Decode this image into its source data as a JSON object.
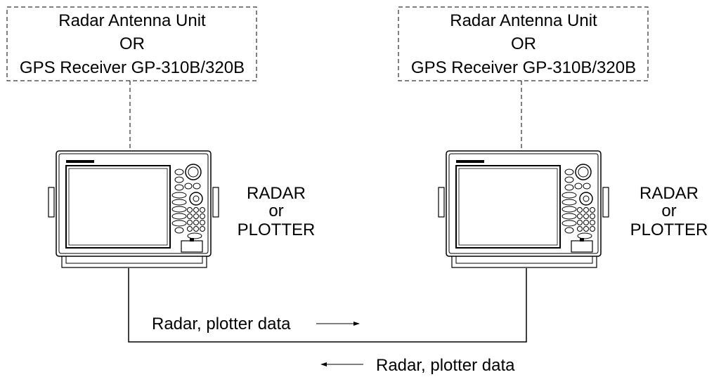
{
  "antennas": [
    {
      "line1": "Radar Antenna Unit",
      "line2": "OR",
      "line3": "GPS Receiver GP-310B/320B"
    },
    {
      "line1": "Radar Antenna Unit",
      "line2": "OR",
      "line3": "GPS Receiver GP-310B/320B"
    }
  ],
  "units": [
    {
      "line1": "RADAR",
      "line2": "or",
      "line3": "PLOTTER"
    },
    {
      "line1": "RADAR",
      "line2": "or",
      "line3": "PLOTTER"
    }
  ],
  "data_flow": {
    "right_label": "Radar, plotter data",
    "left_label": "Radar, plotter data"
  }
}
